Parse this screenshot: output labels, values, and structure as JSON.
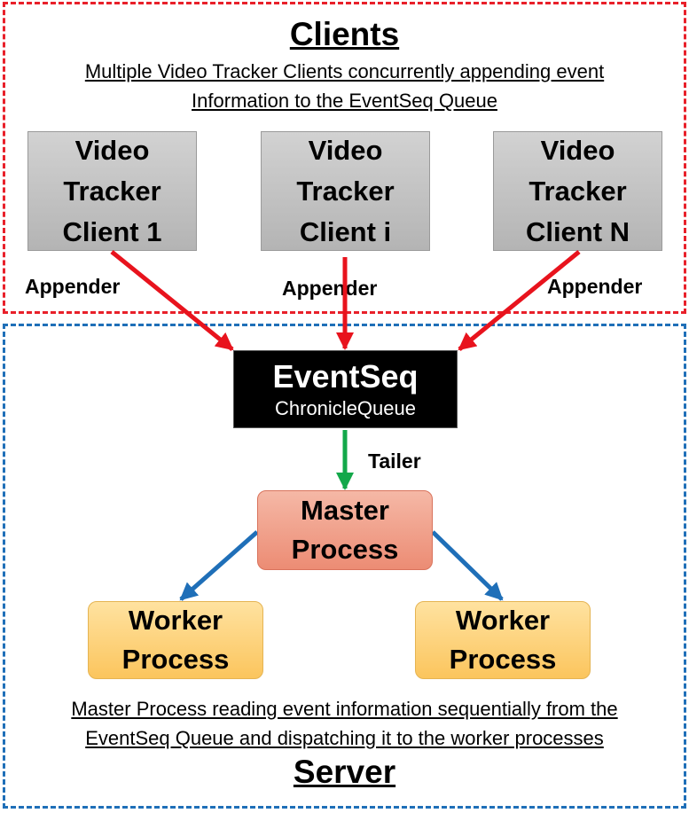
{
  "clients": {
    "heading": "Clients",
    "caption_line1": "Multiple Video Tracker Clients concurrently appending event",
    "caption_line2": "Information to the EventSeq Queue",
    "client_1": {
      "line1": "Video",
      "line2": "Tracker",
      "line3": "Client 1"
    },
    "client_i": {
      "line1": "Video",
      "line2": "Tracker",
      "line3": "Client i"
    },
    "client_n": {
      "line1": "Video",
      "line2": "Tracker",
      "line3": "Client N"
    },
    "appender_label": "Appender"
  },
  "server": {
    "eventseq_title": "EventSeq",
    "eventseq_subtitle": "ChronicleQueue",
    "tailer_label": "Tailer",
    "master": {
      "line1": "Master",
      "line2": "Process"
    },
    "worker_left": {
      "line1": "Worker",
      "line2": "Process"
    },
    "worker_right": {
      "line1": "Worker",
      "line2": "Process"
    },
    "caption_line1": "Master Process reading event information sequentially from the",
    "caption_line2": "EventSeq Queue and dispatching it to the worker processes",
    "heading": "Server"
  },
  "colors": {
    "clients_border": "#e8202a",
    "server_border": "#1f6fb8",
    "appender_arrow": "#e8131d",
    "tailer_arrow": "#13a84a",
    "dispatch_arrow": "#1f6fb8"
  }
}
